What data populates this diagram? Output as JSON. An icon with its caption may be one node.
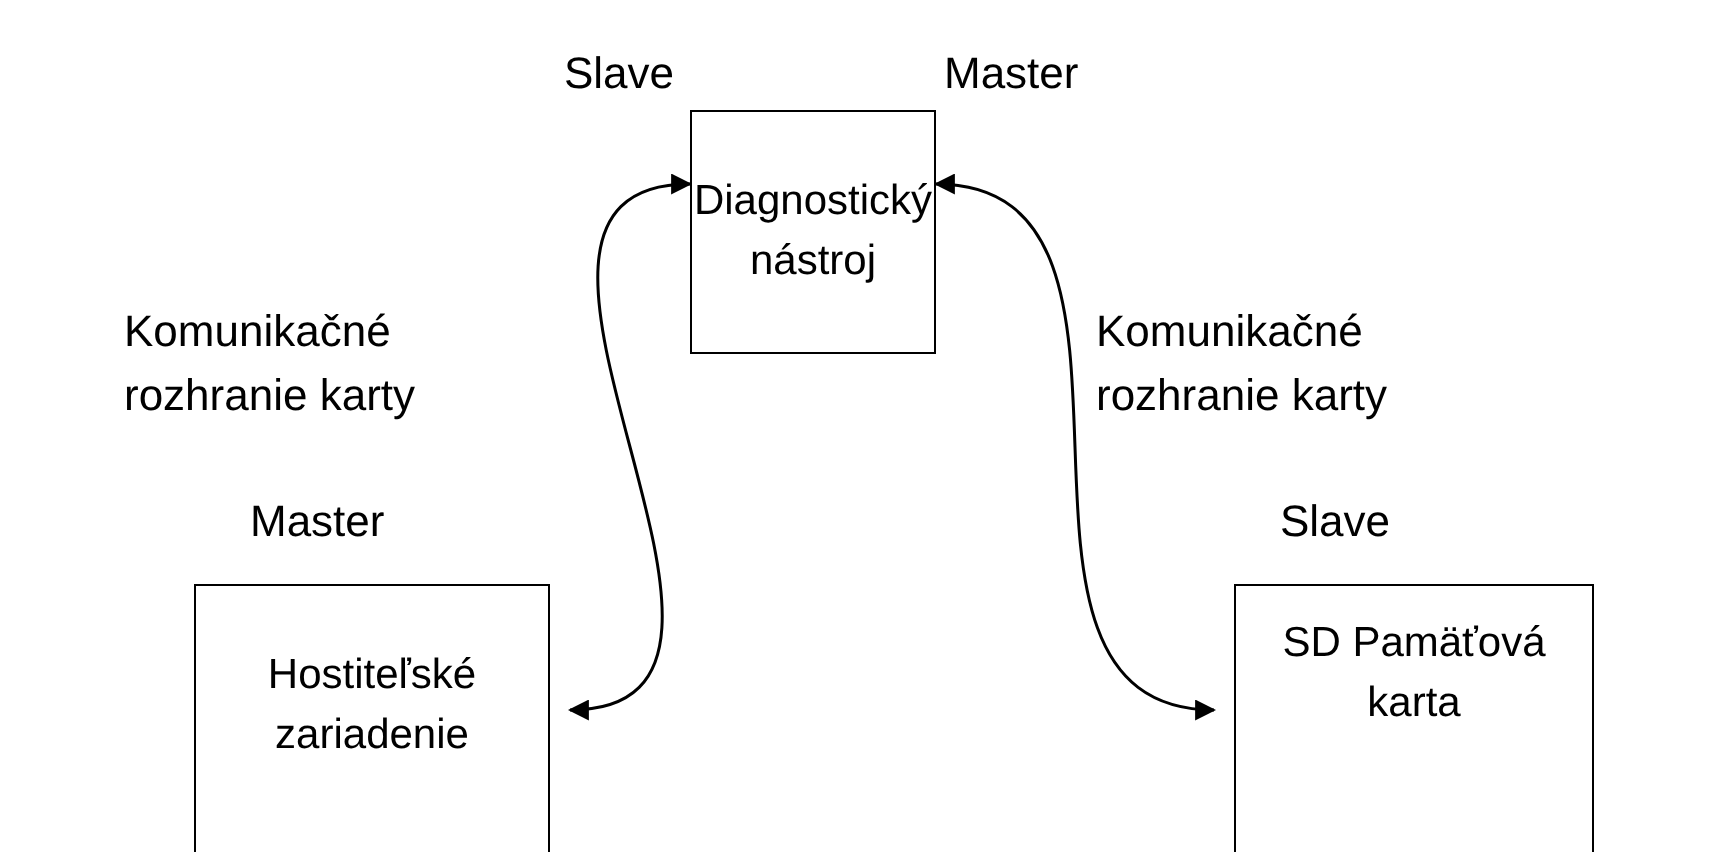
{
  "diagram": {
    "nodes": [
      {
        "text": [
          "Diagnostický nástroj"
        ],
        "beside": [
          "Slave",
          "Master"
        ]
      },
      {
        "text": [
          "Hostiteľské zariadenie"
        ],
        "beside": [
          "Master"
        ]
      },
      {
        "text": [
          "SD Pamäťová karta"
        ],
        "beside": [
          "Slave"
        ]
      }
    ],
    "edges": [
      {
        "from": 0,
        "to": 1,
        "arrow": "both",
        "label": "Komunikačné rozhranie karty"
      },
      {
        "from": 0,
        "to": 2,
        "arrow": "both",
        "label": "Komunikačné rozhranie karty"
      }
    ]
  }
}
